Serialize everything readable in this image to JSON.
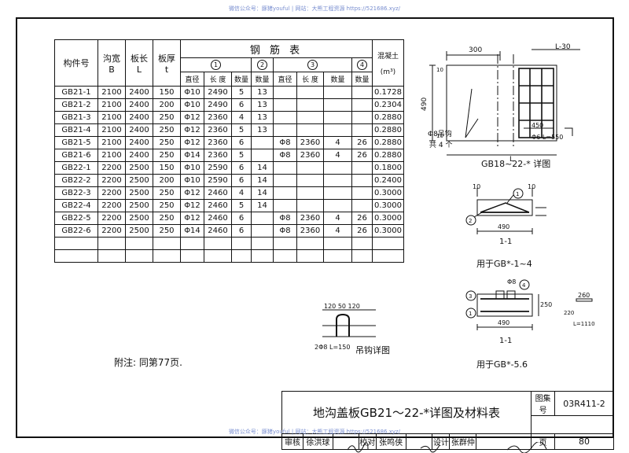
{
  "watermark_top": "微信公众号：豚猪youful | 网站：大熊工程资源 https://521686.xyz/",
  "watermark_bottom": "微信公众号：豚猪youful | 网站：大熊工程资源 https://521686.xyz/",
  "rebar_table": {
    "title": "钢 筋 表",
    "col_member": "构件号",
    "col_width": "沟宽",
    "col_width_sym": "B",
    "col_length": "板长",
    "col_length_sym": "L",
    "col_thick": "板厚",
    "col_thick_sym": "t",
    "col_concrete": "混凝土",
    "col_concrete_unit": "(m³)",
    "group_marks": [
      "1",
      "2",
      "3",
      "4"
    ],
    "sub_dia": "直径",
    "sub_len": "长 度",
    "sub_qty": "数量",
    "rows": [
      [
        "GB21-1",
        "2100",
        "2400",
        "150",
        "Φ10",
        "2490",
        "5",
        "13",
        "",
        "",
        "",
        "",
        "0.1728"
      ],
      [
        "GB21-2",
        "2100",
        "2400",
        "200",
        "Φ10",
        "2490",
        "6",
        "13",
        "",
        "",
        "",
        "",
        "0.2304"
      ],
      [
        "GB21-3",
        "2100",
        "2400",
        "250",
        "Φ12",
        "2360",
        "4",
        "13",
        "",
        "",
        "",
        "",
        "0.2880"
      ],
      [
        "GB21-4",
        "2100",
        "2400",
        "250",
        "Φ12",
        "2360",
        "5",
        "13",
        "",
        "",
        "",
        "",
        "0.2880"
      ],
      [
        "GB21-5",
        "2100",
        "2400",
        "250",
        "Φ12",
        "2360",
        "6",
        "",
        "Φ8",
        "2360",
        "4",
        "26",
        "0.2880"
      ],
      [
        "GB21-6",
        "2100",
        "2400",
        "250",
        "Φ14",
        "2360",
        "5",
        "",
        "Φ8",
        "2360",
        "4",
        "26",
        "0.2880"
      ],
      [
        "GB22-1",
        "2200",
        "2500",
        "150",
        "Φ10",
        "2590",
        "6",
        "14",
        "",
        "",
        "",
        "",
        "0.1800"
      ],
      [
        "GB22-2",
        "2200",
        "2500",
        "200",
        "Φ10",
        "2590",
        "6",
        "14",
        "",
        "",
        "",
        "",
        "0.2400"
      ],
      [
        "GB22-3",
        "2200",
        "2500",
        "250",
        "Φ12",
        "2460",
        "4",
        "14",
        "",
        "",
        "",
        "",
        "0.3000"
      ],
      [
        "GB22-4",
        "2200",
        "2500",
        "250",
        "Φ12",
        "2460",
        "5",
        "14",
        "",
        "",
        "",
        "",
        "0.3000"
      ],
      [
        "GB22-5",
        "2200",
        "2500",
        "250",
        "Φ12",
        "2460",
        "6",
        "",
        "Φ8",
        "2360",
        "4",
        "26",
        "0.3000"
      ],
      [
        "GB22-6",
        "2200",
        "2500",
        "250",
        "Φ14",
        "2460",
        "6",
        "",
        "Φ8",
        "2360",
        "4",
        "26",
        "0.3000"
      ],
      [
        "",
        "",
        "",
        "",
        "",
        "",
        "",
        "",
        "",
        "",
        "",
        "",
        ""
      ],
      [
        "",
        "",
        "",
        "",
        "",
        "",
        "",
        "",
        "",
        "",
        "",
        "",
        ""
      ]
    ]
  },
  "detail_plan": {
    "dim_300": "300",
    "dim_L30": "L-30",
    "dim_490": "490",
    "dim_10a": "10",
    "dim_10b": "10",
    "dim_450": "450",
    "bar_phi6": "Φ6 L=550",
    "hook_note1": "Φ8吊钩",
    "hook_note2": "共 4 个",
    "dim_L": "L",
    "caption": "GB18~22-* 详图"
  },
  "section_a": {
    "dim_10a": "10",
    "dim_10b": "10",
    "mark1": "1",
    "mark2": "2",
    "dim_490": "490",
    "label": "1-1",
    "caption": "用于GB*-1~4"
  },
  "section_b": {
    "phi8": "Φ8",
    "mark3": "3",
    "mark4": "4",
    "mark1": "1",
    "dim_250": "250",
    "dim_220": "220",
    "dim_260": "260",
    "dim_L1110": "L=1110",
    "dim_490": "490",
    "label": "1-1",
    "caption": "用于GB*-5.6"
  },
  "hook_detail": {
    "dims": "120 50 120",
    "bar": "2Φ8 L=150",
    "caption": "吊钩详图"
  },
  "note": "附注:  同第77页.",
  "title_block": {
    "title": "地沟盖板GB21～22-*详图及材料表",
    "atlas_label": "图集号",
    "atlas_no": "03R411-2",
    "review": "审核",
    "reviewer": "徐洪球",
    "check": "校对",
    "checker": "张鸣侠",
    "design": "设计",
    "designer": "张群仲",
    "page_label": "页",
    "page_no": "80"
  }
}
